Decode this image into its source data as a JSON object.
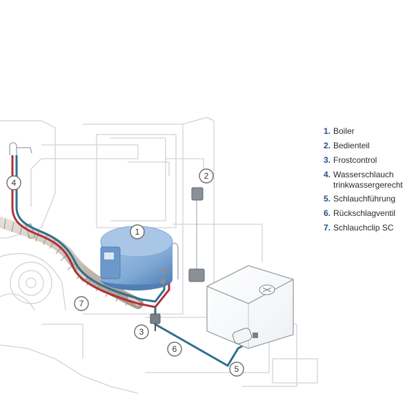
{
  "legend": [
    {
      "num": "1.",
      "label": "Boiler"
    },
    {
      "num": "2.",
      "label": "Bedienteil"
    },
    {
      "num": "3.",
      "label": "Frostcontrol"
    },
    {
      "num": "4.",
      "label": "Wasserschlauch\ntrinkwassergerecht"
    },
    {
      "num": "5.",
      "label": "Schlauchführung"
    },
    {
      "num": "6.",
      "label": "Rückschlagventil"
    },
    {
      "num": "7.",
      "label": "Schlauchclip SC"
    }
  ],
  "callouts": [
    "1",
    "2",
    "3",
    "4",
    "5",
    "6",
    "7"
  ],
  "colors": {
    "hot_water": "#b0303a",
    "cold_water": "#2f6f8f",
    "boiler": "#7fa9d6",
    "boiler_dark": "#4f7fb5",
    "outline": "#cfd3d8",
    "legend_number": "#1f4f8c"
  }
}
